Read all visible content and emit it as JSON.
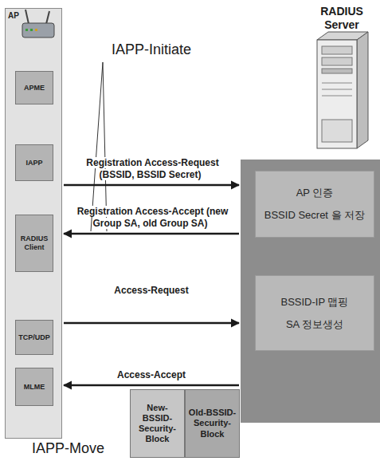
{
  "diagram": {
    "nodes": [
      {
        "text": [
          "AP"
        ]
      },
      {
        "text": [
          "APME"
        ],
        "in": 0
      },
      {
        "text": [
          "IAPP"
        ],
        "in": 0
      },
      {
        "text": [
          "RADIUS Client"
        ],
        "in": 0
      },
      {
        "text": [
          "TCP/UDP"
        ],
        "in": 0
      },
      {
        "text": [
          "MLME"
        ],
        "in": 0
      },
      {
        "text": []
      },
      {
        "text": [
          "AP 인증",
          "BSSID Secret 을 저장"
        ],
        "in": 6
      },
      {
        "text": [
          "BSSID-IP 맵핑",
          "SA 정보생성"
        ],
        "in": 6
      },
      {
        "text": [
          "New-BSSID-Security-Block"
        ]
      },
      {
        "text": [
          "Old-BSSID-Security-Block"
        ]
      }
    ],
    "edges": [
      {
        "from": 0,
        "to": 6,
        "arrow": "to",
        "label": "Registration Access-Request (BSSID, BSSID Secret)"
      },
      {
        "from": 6,
        "to": 0,
        "arrow": "to",
        "label": "Registration Access-Accept (new Group SA, old Group SA)"
      },
      {
        "from": 0,
        "to": 6,
        "arrow": "to",
        "label": "Access-Request"
      },
      {
        "from": 6,
        "to": 0,
        "arrow": "to",
        "label": "Access-Accept"
      }
    ],
    "labels": [
      "IAPP-Initiate",
      "RADIUS Server",
      "IAPP-Move"
    ]
  }
}
